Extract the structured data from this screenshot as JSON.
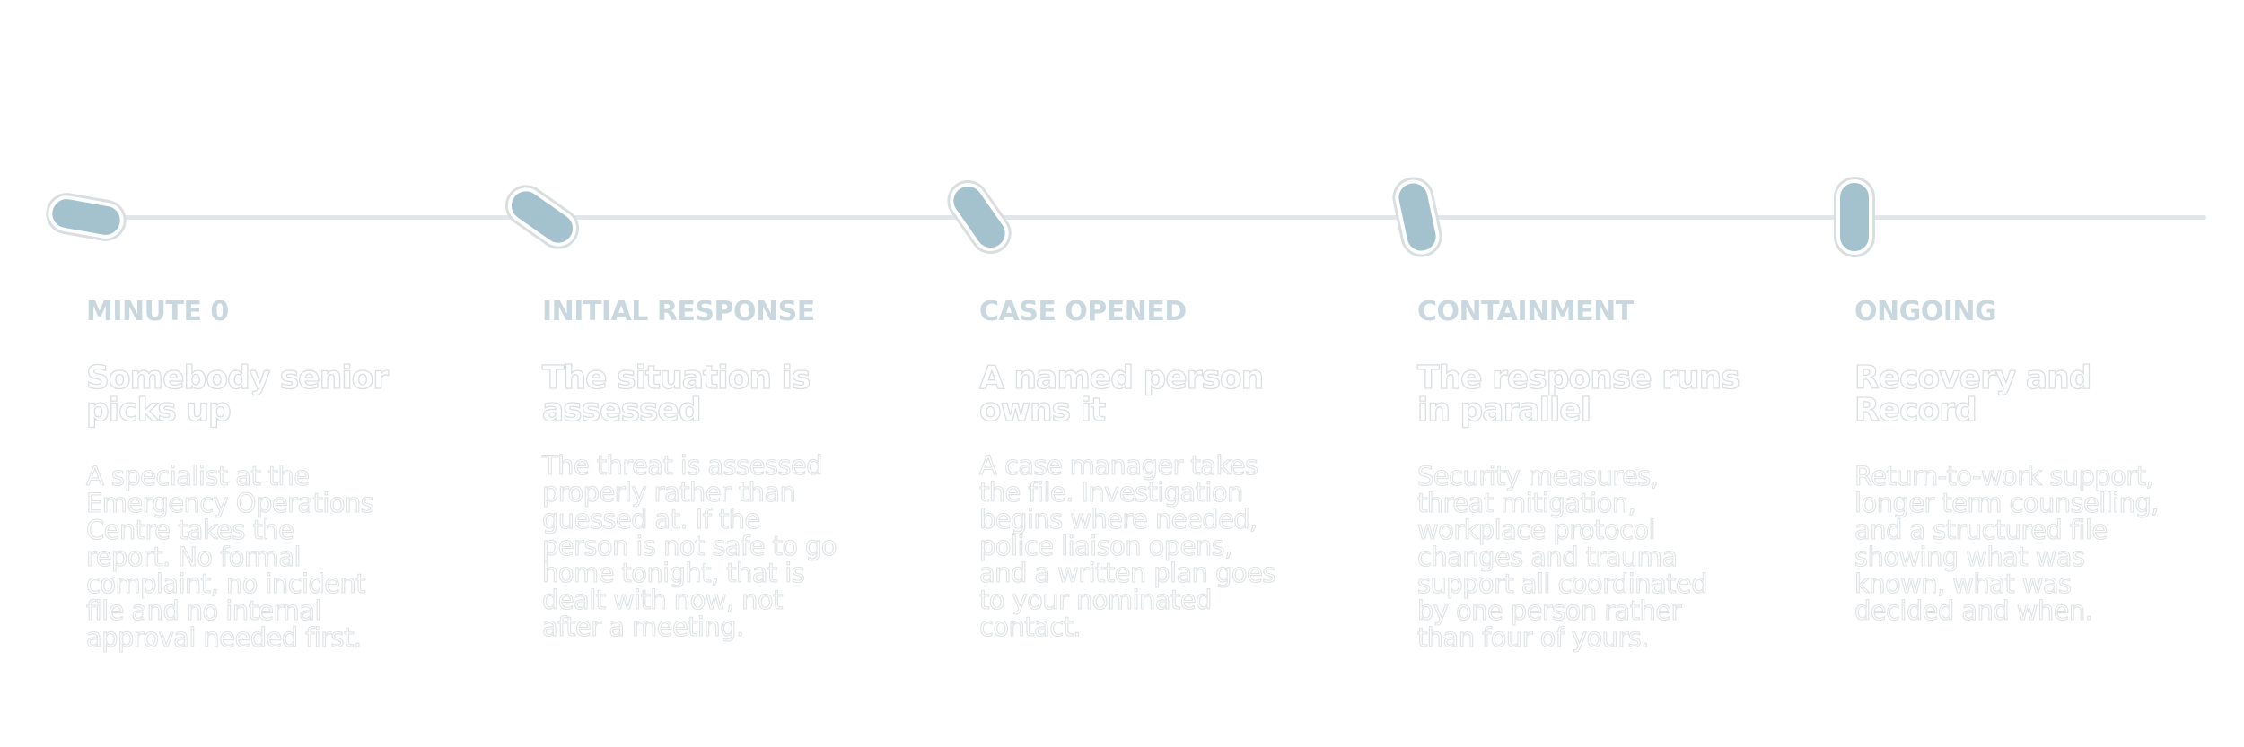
{
  "stages": [
    {
      "kicker": "MINUTE 0",
      "title": "Somebody senior picks up",
      "body": "A specialist at the Emergency Operations Centre takes the report. No formal complaint, no incident file and no internal approval needed first."
    },
    {
      "kicker": "INITIAL RESPONSE",
      "title": "The situation is assessed",
      "body": "The threat is assessed properly rather than guessed at. If the person is not safe to go home tonight, that is dealt with now, not after a meeting."
    },
    {
      "kicker": "CASE OPENED",
      "title": "A named person owns it",
      "body": "A case manager takes the file. Investigation begins where needed, police liaison opens, and a written plan goes to your nominated contact."
    },
    {
      "kicker": "CONTAINMENT",
      "title": "The response runs in parallel",
      "body": "Security measures, threat mitigation, workplace protocol changes and trauma support all coordinated by one person rather than four of yours."
    },
    {
      "kicker": "ONGOING",
      "title": "Recovery and Record",
      "body": "Return-to-work support, longer term counselling, and a structured file showing what was known, what was decided and when."
    }
  ],
  "colors": {
    "marker": "#a3c2ce",
    "track": "#e3e6e8",
    "kicker": "#c9d7df"
  }
}
